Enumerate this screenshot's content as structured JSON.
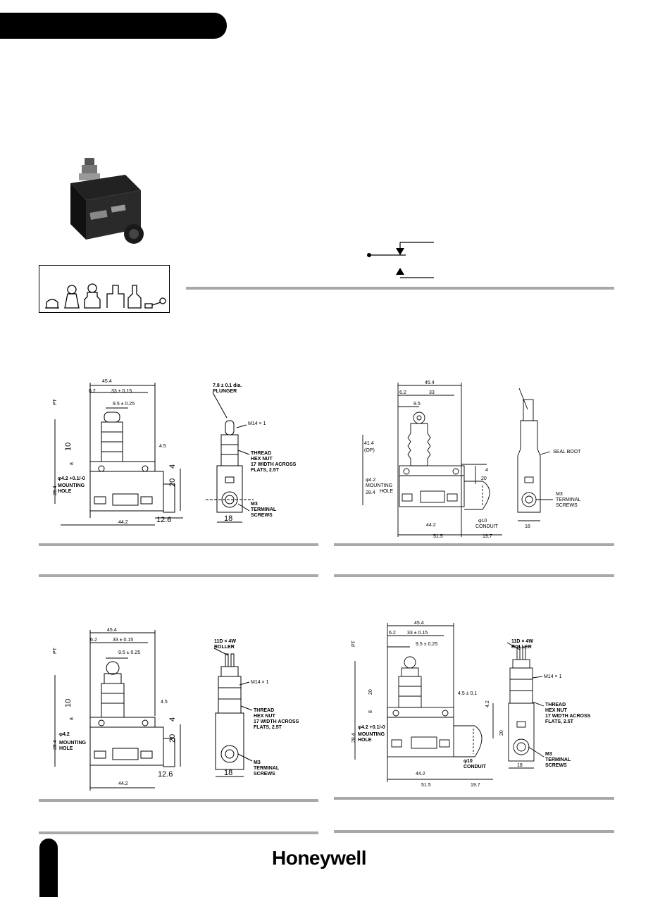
{
  "brand": {
    "logo_text": "Honeywell"
  },
  "figures": [
    {
      "id": "fig1",
      "dims": [
        "45.4",
        "6.2",
        "33 ± 0.15",
        "9.5 ± 0.25",
        "10",
        "8",
        "4.5",
        "4",
        "20",
        "28.4",
        "44.2",
        "12.6",
        "18",
        "PT"
      ],
      "callouts": [
        "7.8 ± 0.1 dia.",
        "PLUNGER",
        "M14 × 1",
        "THREAD",
        "HEX NUT",
        "17 WIDTH ACROSS",
        "FLATS, 2.5T",
        "M3",
        "TERMINAL",
        "SCREWS"
      ],
      "hole_label": [
        "φ4.2 +0.1/-0",
        "MOUNTING",
        "HOLE"
      ]
    },
    {
      "id": "fig2",
      "dims": [
        "45.4",
        "6.2",
        "33",
        "9.5",
        "41.4",
        "(OP)",
        "4",
        "20",
        "28.4",
        "44.2",
        "51.5",
        "19.7",
        "18",
        "φ10",
        "CONDUIT"
      ],
      "callouts": [
        "SEAL BOOT",
        "M3",
        "TERMINAL",
        "SCREWS"
      ],
      "hole_label": [
        "φ4.2",
        "MOUNTING",
        "HOLE"
      ]
    },
    {
      "id": "fig3",
      "dims": [
        "45.4",
        "6.2",
        "33 ± 0.15",
        "9.5 ± 0.25",
        "10",
        "8",
        "4.5",
        "4",
        "20",
        "28.4",
        "44.2",
        "12.6",
        "18",
        "PT"
      ],
      "callouts": [
        "11D × 4W",
        "ROLLER",
        "M14 × 1",
        "THREAD",
        "HEX NUT",
        "17 WIDTH ACROSS",
        "FLATS, 2.5T",
        "M3",
        "TERMINAL",
        "SCREWS"
      ],
      "hole_label": [
        "φ4.2",
        "MOUNTING",
        "HOLE"
      ]
    },
    {
      "id": "fig4",
      "dims": [
        "45.4",
        "6.2",
        "33 ± 0.15",
        "9.5 ± 0.25",
        "20",
        "8",
        "4.5 ± 0.1",
        "4.2",
        "20",
        "28.4",
        "44.2",
        "51.5",
        "19.7",
        "18",
        "φ10",
        "CONDUIT",
        "PT"
      ],
      "callouts": [
        "11D × 4W",
        "ROLLER",
        "M14 × 1",
        "THREAD",
        "HEX NUT",
        "17 WIDTH ACROSS",
        "FLATS, 2.5T",
        "M3",
        "TERMINAL",
        "SCREWS"
      ],
      "hole_label": [
        "φ4.2 +0.1/-0",
        "MOUNTING",
        "HOLE"
      ]
    }
  ]
}
